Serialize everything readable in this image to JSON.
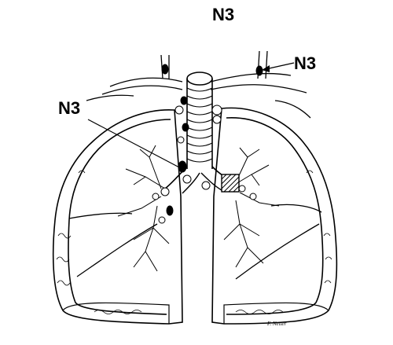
{
  "labels": {
    "title": "N3",
    "right_label": "N3",
    "left_label": "N3"
  },
  "signature": "F. Netter",
  "colors": {
    "ink": "#000000",
    "paper": "#ffffff"
  }
}
